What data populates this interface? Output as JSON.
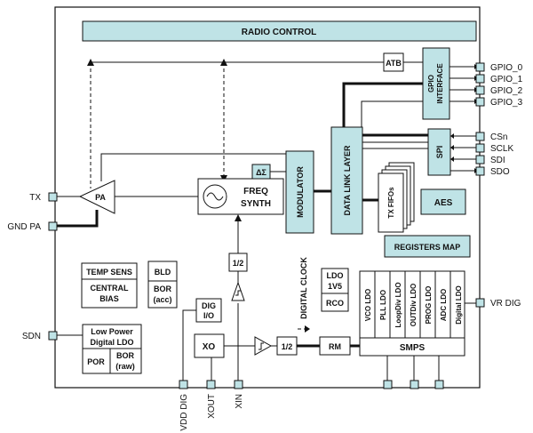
{
  "colors": {
    "fill": "#bfe3e6",
    "stroke": "#111111",
    "background": "#ffffff"
  },
  "blocks": {
    "radio_control": "RADIO CONTROL",
    "atb": "ATB",
    "gpio_interface": [
      "GPIO",
      "INTERFACE"
    ],
    "spi": "SPI",
    "data_link_layer": "DATA LINK LAYER",
    "modulator": "MODULATOR",
    "delta_sigma": "ΔΣ",
    "freq_synth": [
      "FREQ",
      "SYNTH"
    ],
    "pa": "PA",
    "tx_fifos": "TX FIFOs",
    "aes": "AES",
    "registers_map": "REGISTERS MAP",
    "temp_sens": "TEMP SENS",
    "central_bias": [
      "CENTRAL",
      "BIAS"
    ],
    "bld": "BLD",
    "bor_acc": [
      "BOR",
      "(acc)"
    ],
    "ldo_1v5": [
      "LDO",
      "1V5"
    ],
    "rco": "RCO",
    "dig_io": [
      "DIG",
      "I/O"
    ],
    "half_top": "1/2",
    "half_mid": "1/2",
    "xo": "XO",
    "rm": "RM",
    "digital_clock": "DIGITAL CLOCK",
    "low_power_ldo": [
      "Low Power",
      "Digital LDO"
    ],
    "por": "POR",
    "bor_raw": [
      "BOR",
      "(raw)"
    ],
    "smps": "SMPS",
    "ldo_columns": [
      "VCO LDO",
      "PLL LDO",
      "LoopDiv LDO",
      "OUTDiv LDO",
      "PROG LDO",
      "ADC LDO",
      "Digital LDO"
    ]
  },
  "pins": {
    "gpio": [
      "GPIO_0",
      "GPIO_1",
      "GPIO_2",
      "GPIO_3"
    ],
    "spi": [
      "CSn",
      "SCLK",
      "SDI",
      "SDO"
    ],
    "vr_dig": "VR DIG",
    "tx": "TX",
    "gnd_pa": "GND PA",
    "sdn": "SDN",
    "bottom": [
      "VDD DIG",
      "XOUT",
      "XIN"
    ]
  }
}
